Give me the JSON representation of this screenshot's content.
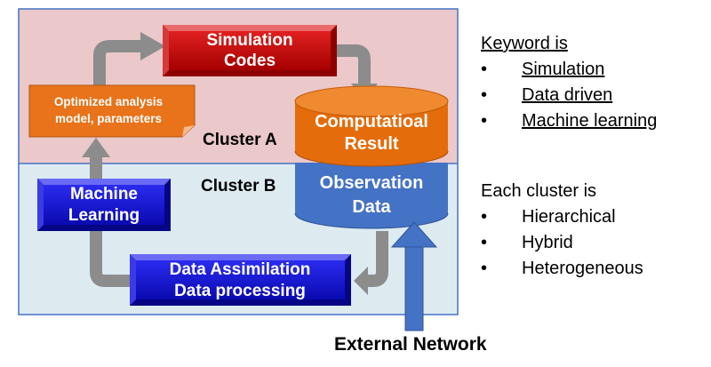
{
  "diagram": {
    "cluster_a": {
      "label": "Cluster A",
      "fill": "#EBC8CA"
    },
    "cluster_b": {
      "label": "Cluster B",
      "fill": "#DDEBF1"
    },
    "border_color": "#4472C4",
    "simulation_codes": {
      "lines": [
        "Simulation",
        "Codes"
      ],
      "color": "#C00000"
    },
    "optimized_note": {
      "lines": [
        "Optimized analysis",
        "model, parameters"
      ],
      "color": "#E46C0A"
    },
    "computational_result": {
      "lines": [
        "Computatioal",
        "Result"
      ],
      "color": "#E46C0A"
    },
    "observation_data": {
      "lines": [
        "Observation",
        "Data"
      ],
      "color": "#4472C4"
    },
    "machine_learning": {
      "lines": [
        "Machine",
        "Learning"
      ],
      "color": "#1F1FD6"
    },
    "data_assimilation": {
      "lines": [
        "Data Assimilation",
        "Data processing"
      ],
      "color": "#1F1FD6"
    },
    "flow_arrow_color": "#7F7F7F",
    "external_network": {
      "label": "External Network",
      "arrow_color": "#4472C4"
    }
  },
  "keywords": {
    "heading": "Keyword is",
    "items": [
      "Simulation",
      "Data driven",
      "Machine learning"
    ]
  },
  "cluster_traits": {
    "heading": "Each cluster is",
    "items": [
      "Hierarchical",
      "Hybrid",
      "Heterogeneous"
    ]
  },
  "bullet_symbol": "•"
}
